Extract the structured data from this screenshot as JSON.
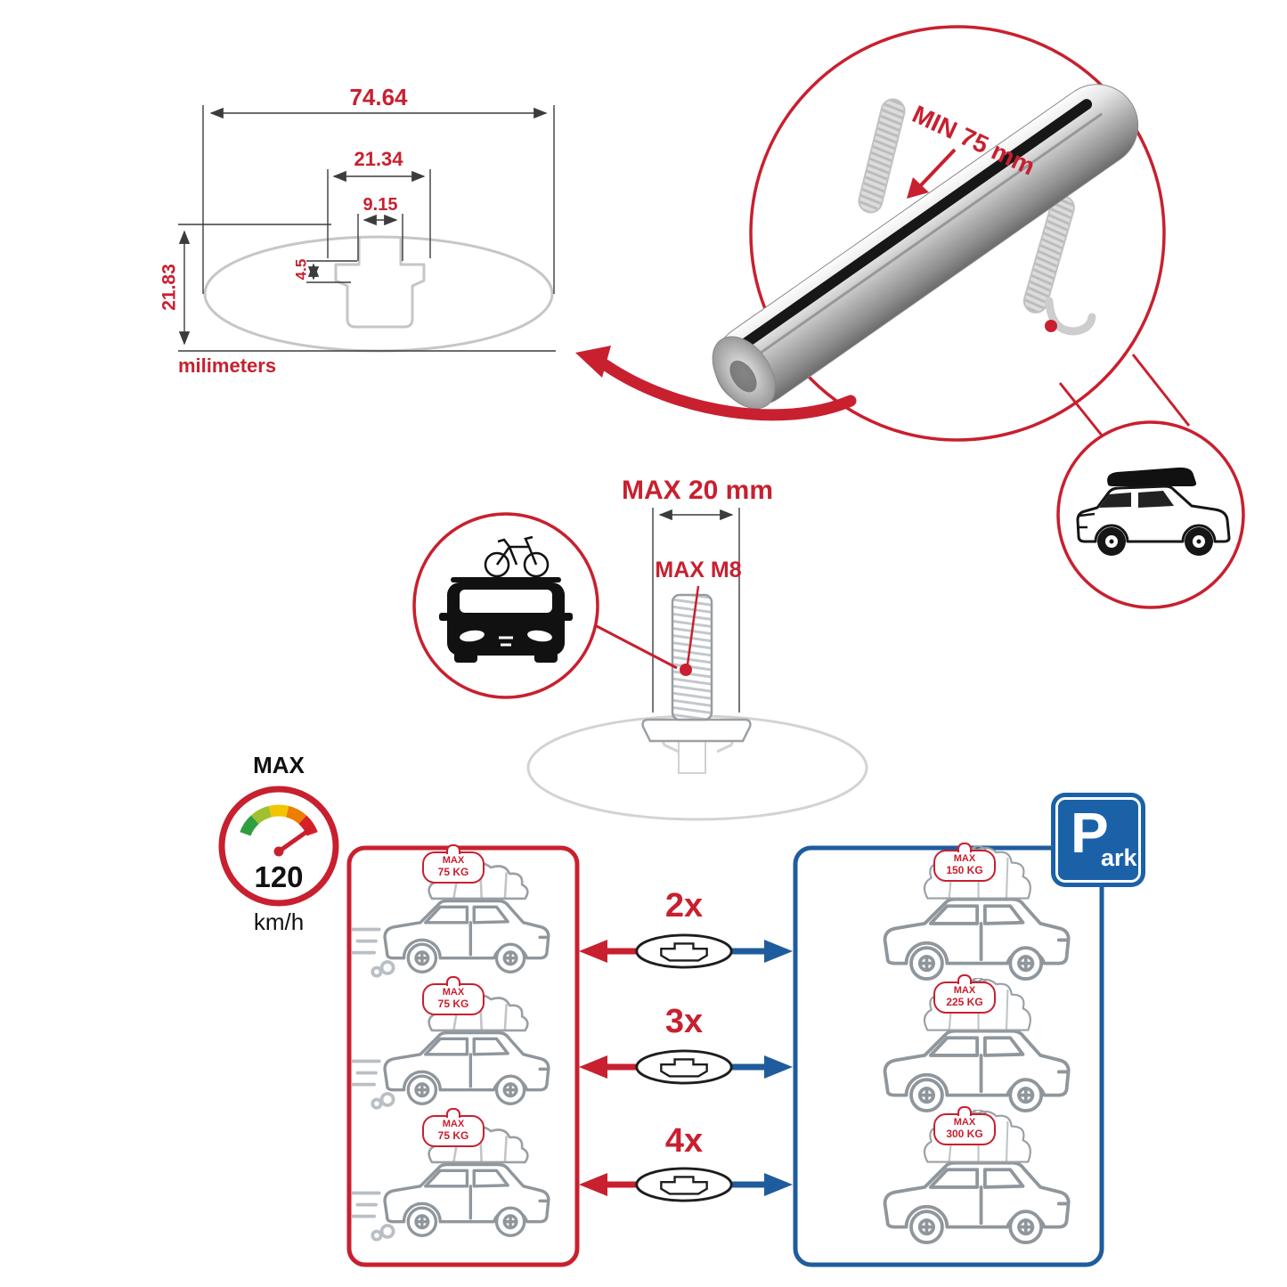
{
  "colors": {
    "accent_red": "#c8202f",
    "accent_blue": "#1f5c9d"
  },
  "cross_section": {
    "width_total": "74.64",
    "channel_outer": "21.34",
    "channel_inner": "9.15",
    "lip_depth": "4.5",
    "height_total": "21.83",
    "units_label": "milimeters"
  },
  "bar_detail": {
    "min_clamp_label": "MIN 75 mm"
  },
  "bolt_detail": {
    "max_width_label": "MAX 20 mm",
    "max_thread_label": "MAX M8"
  },
  "speed_limit": {
    "title": "MAX",
    "value": "120",
    "units": "km/h"
  },
  "park_sign": {
    "letter": "P",
    "suffix": "ark"
  },
  "comparison": {
    "multipliers": [
      {
        "label": "2x"
      },
      {
        "label": "3x"
      },
      {
        "label": "4x"
      }
    ],
    "driving_cars": [
      {
        "max_label": "MAX",
        "load": "75 KG"
      },
      {
        "max_label": "MAX",
        "load": "75 KG"
      },
      {
        "max_label": "MAX",
        "load": "75 KG"
      }
    ],
    "parked_cars": [
      {
        "max_label": "MAX",
        "load": "150 KG"
      },
      {
        "max_label": "MAX",
        "load": "225 KG"
      },
      {
        "max_label": "MAX",
        "load": "300 KG"
      }
    ]
  }
}
